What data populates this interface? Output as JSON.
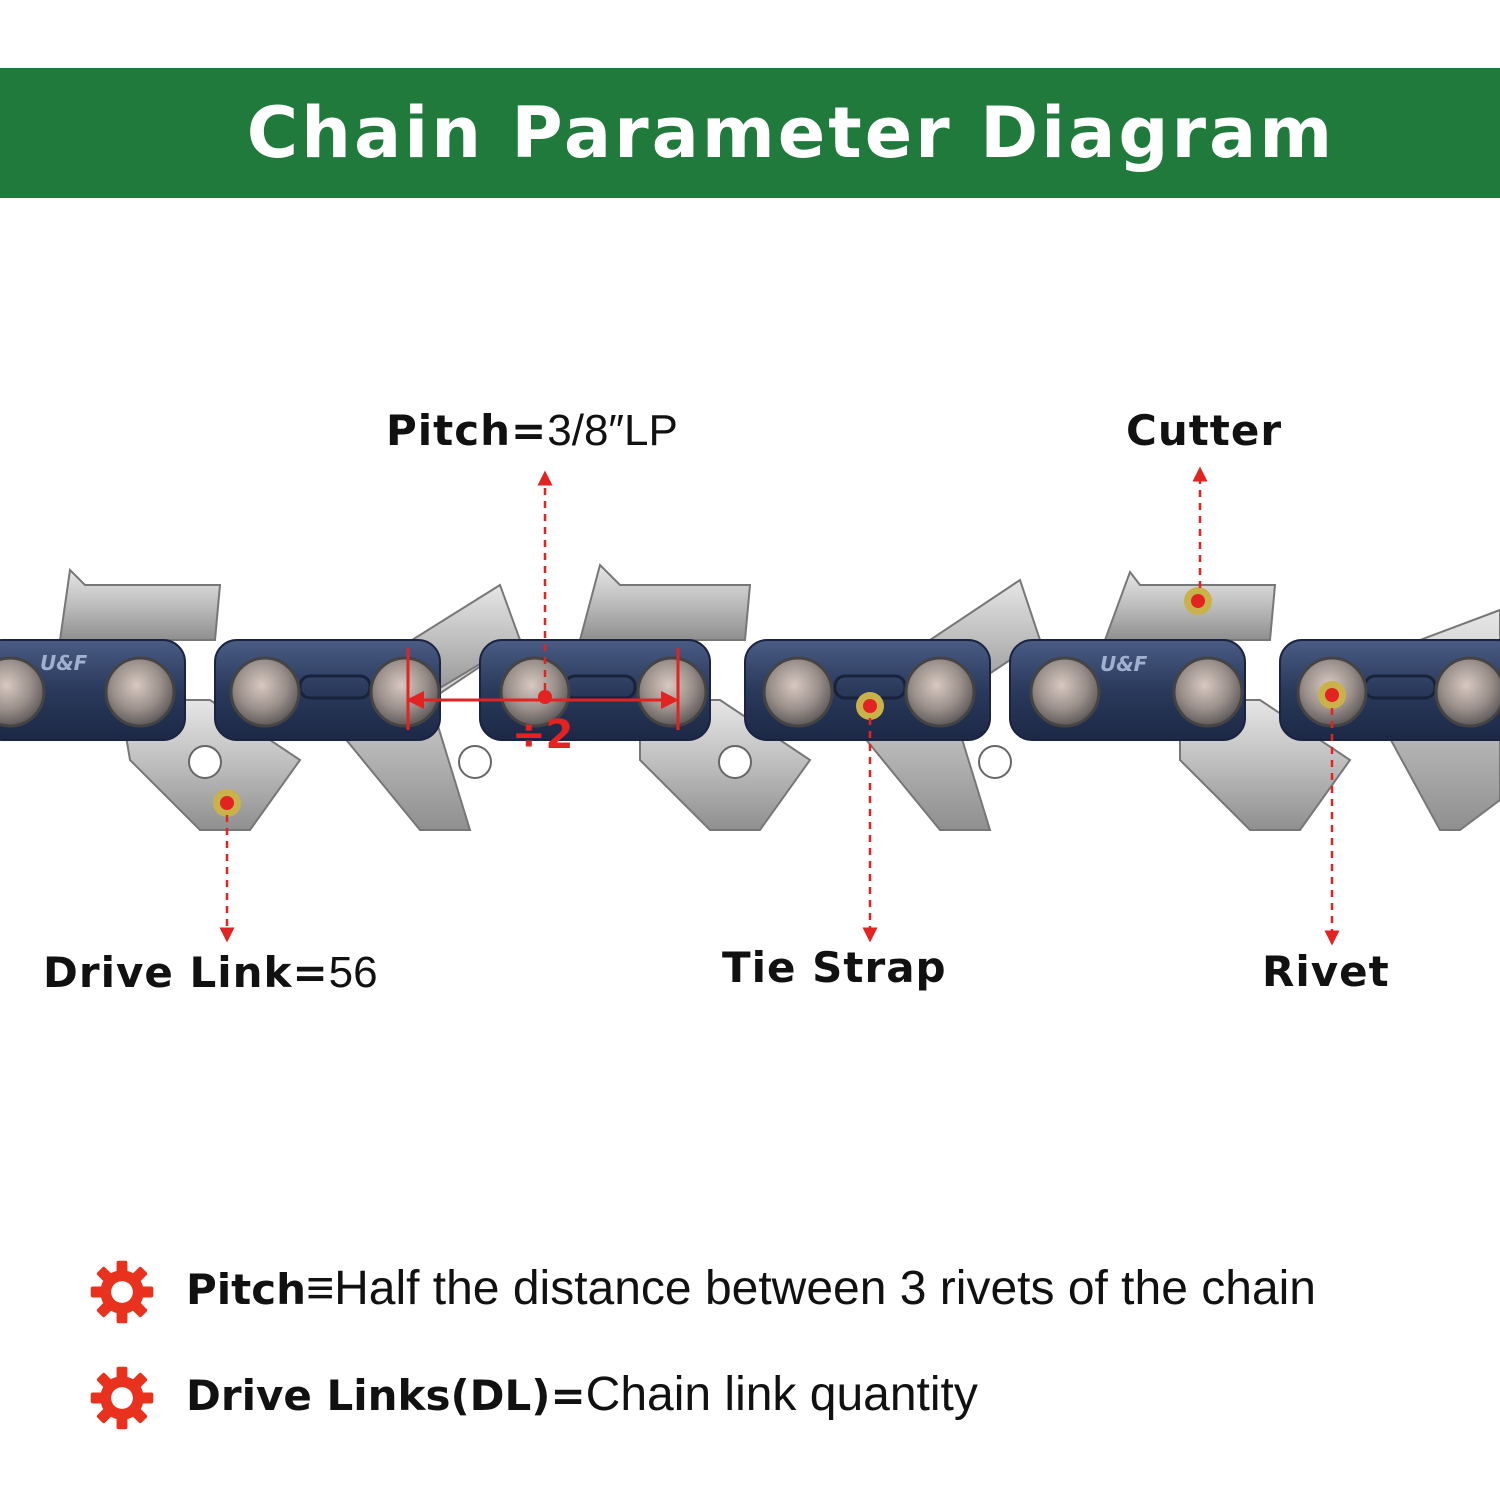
{
  "title": "Chain Parameter Diagram",
  "labels": {
    "pitch": {
      "name": "Pitch=",
      "value": "3/8″LP"
    },
    "cutter": {
      "name": "Cutter"
    },
    "drive_link": {
      "name": "Drive Link=",
      "value": "56"
    },
    "tie_strap": {
      "name": "Tie Strap"
    },
    "rivet": {
      "name": "Rivet"
    }
  },
  "measure_mark": "÷2",
  "brand_mark": "U&F",
  "notes": [
    {
      "term": "Pitch",
      "sep": "≡",
      "text": "Half the distance between 3 rivets of the chain"
    },
    {
      "term": "Drive Links(DL)=",
      "sep": "",
      "text": "Chain link quantity"
    }
  ],
  "colors": {
    "banner": "#1f7a3c",
    "accent": "#e32222",
    "chain_blue": "#2c3b5e",
    "steel": "#b8b8b8"
  },
  "icons": {
    "note_bullet": "gear-icon"
  }
}
